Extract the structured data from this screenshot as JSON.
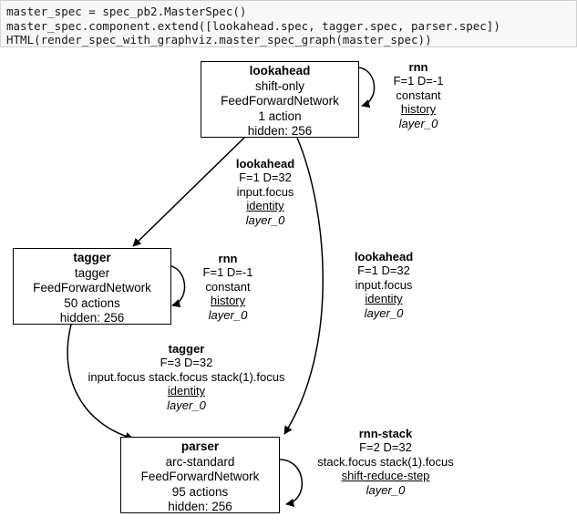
{
  "code_cell": {
    "name": "notebook-code-cell",
    "lines": [
      "master_spec = spec_pb2.MasterSpec()",
      "master_spec.component.extend([lookahead.spec, tagger.spec, parser.spec])",
      "HTML(render_spec_with_graphviz.master_spec_graph(master_spec))"
    ],
    "text": "master_spec = spec_pb2.MasterSpec()\nmaster_spec.component.extend([lookahead.spec, tagger.spec, parser.spec])\nHTML(render_spec_with_graphviz.master_spec_graph(master_spec))"
  },
  "graph": {
    "title": "master-spec-graph",
    "colors": {
      "node_border": "#000000",
      "node_fill": "#ffffff",
      "edge": "#000000",
      "cell_bg": "#f7f7f7",
      "cell_border": "#cfcfcf"
    },
    "nodes": [
      {
        "id": "lookahead",
        "title": "lookahead",
        "transition_system": "shift-only",
        "network": "FeedForwardNetwork",
        "actions": "1 action",
        "hidden": "hidden: 256"
      },
      {
        "id": "tagger",
        "title": "tagger",
        "transition_system": "tagger",
        "network": "FeedForwardNetwork",
        "actions": "50 actions",
        "hidden": "hidden: 256"
      },
      {
        "id": "parser",
        "title": "parser",
        "transition_system": "arc-standard",
        "network": "FeedForwardNetwork",
        "actions": "95 actions",
        "hidden": "hidden: 256"
      }
    ],
    "edges": [
      {
        "id": "lookahead-self-rnn",
        "name": "rnn",
        "fd": "F=1 D=-1",
        "source": "constant",
        "translator": "history",
        "layer": "layer_0"
      },
      {
        "id": "lookahead-to-tagger",
        "name": "lookahead",
        "fd": "F=1 D=32",
        "source": "input.focus",
        "translator": "identity",
        "layer": "layer_0"
      },
      {
        "id": "tagger-self-rnn",
        "name": "rnn",
        "fd": "F=1 D=-1",
        "source": "constant",
        "translator": "history",
        "layer": "layer_0"
      },
      {
        "id": "lookahead-to-parser",
        "name": "lookahead",
        "fd": "F=1 D=32",
        "source": "input.focus",
        "translator": "identity",
        "layer": "layer_0"
      },
      {
        "id": "tagger-to-parser",
        "name": "tagger",
        "fd": "F=3 D=32",
        "source": "input.focus stack.focus stack(1).focus",
        "translator": "identity",
        "layer": "layer_0"
      },
      {
        "id": "parser-self-rnn-stack",
        "name": "rnn-stack",
        "fd": "F=2 D=32",
        "source": "stack.focus stack(1).focus",
        "translator": "shift-reduce-step",
        "layer": "layer_0"
      }
    ]
  }
}
